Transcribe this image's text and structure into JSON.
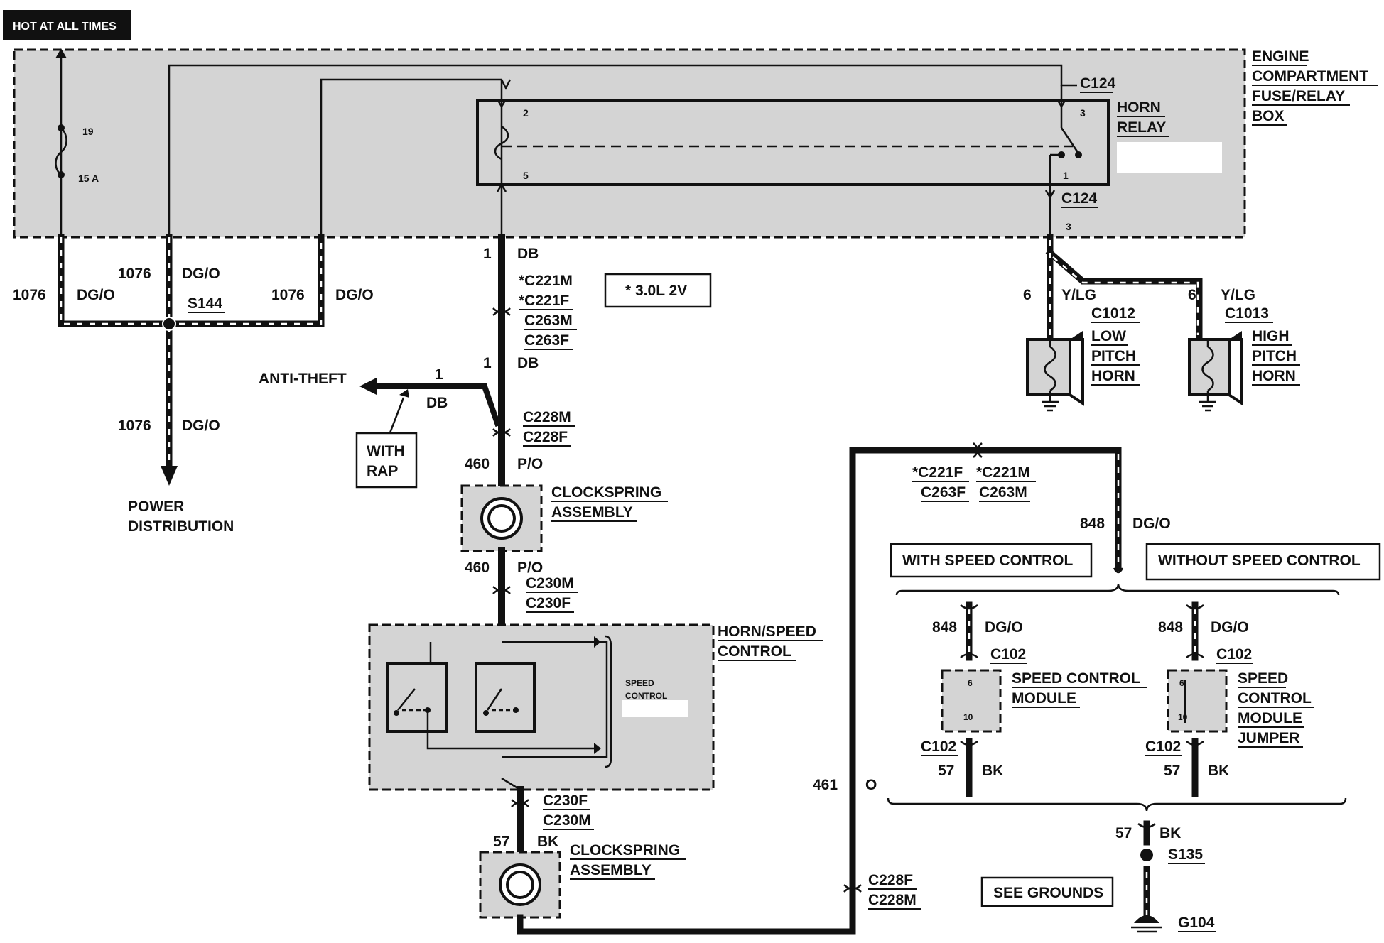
{
  "header": {
    "hot_label": "HOT AT ALL TIMES"
  },
  "fuse_box": {
    "title_lines": [
      "ENGINE",
      "COMPARTMENT",
      "FUSE/RELAY",
      "BOX"
    ],
    "fuse_number": "19",
    "fuse_rating": "15 A"
  },
  "horn_relay": {
    "title_lines": [
      "HORN",
      "RELAY"
    ],
    "connector": "C124",
    "pins": {
      "coil_top": "2",
      "coil_bottom": "5",
      "switch_top": "3",
      "switch_bottom": "1",
      "output": "3"
    }
  },
  "left_circuit": {
    "circuit": "1076",
    "color": "DG/O",
    "splice": "S144",
    "destination_lines": [
      "POWER",
      "DISTRIBUTION"
    ]
  },
  "center_circuit": {
    "db_num": "1",
    "db_color": "DB",
    "connectors_a": [
      "*C221M",
      "*C221F",
      "C263M",
      "C263F"
    ],
    "note": "*  3.0L 2V",
    "anti_theft": "ANTI-THEFT",
    "with_rap_lines": [
      "WITH",
      "RAP"
    ],
    "connectors_b": [
      "C228M",
      "C228F"
    ],
    "po_num": "460",
    "po_color": "P/O",
    "clockspring_lines": [
      "CLOCKSPRING",
      "ASSEMBLY"
    ],
    "connectors_c": [
      "C230M",
      "C230F"
    ],
    "switch_title_lines": [
      "HORN/SPEED",
      "CONTROL"
    ],
    "speed_control_lines": [
      "SPEED",
      "CONTROL"
    ],
    "connectors_d": [
      "C230F",
      "C230M"
    ],
    "bk_num": "57",
    "bk_color": "BK"
  },
  "horns": {
    "circuit": "6",
    "color": "Y/LG",
    "low": {
      "connector": "C1012",
      "lines": [
        "LOW",
        "PITCH",
        "HORN"
      ]
    },
    "high": {
      "connector": "C1013",
      "lines": [
        "HIGH",
        "PITCH",
        "HORN"
      ]
    }
  },
  "right_circuit": {
    "connectors_top_left": [
      "*C221F",
      "C263F"
    ],
    "connectors_top_right": [
      "*C221M",
      "C263M"
    ],
    "circuit_848": "848",
    "color_848": "DG/O",
    "with_speed": "WITH SPEED CONTROL",
    "without_speed": "WITHOUT SPEED CONTROL",
    "connector_c102": "C102",
    "pin_6": "6",
    "pin_10": "10",
    "module_lines": [
      "SPEED CONTROL",
      "MODULE"
    ],
    "jumper_lines": [
      "SPEED",
      "CONTROL",
      "MODULE",
      "JUMPER"
    ],
    "circuit_461": "461",
    "color_461": "O",
    "connectors_bottom": [
      "C228F",
      "C228M"
    ],
    "splice": "S135",
    "see_grounds": "SEE GROUNDS",
    "ground": "G104"
  }
}
